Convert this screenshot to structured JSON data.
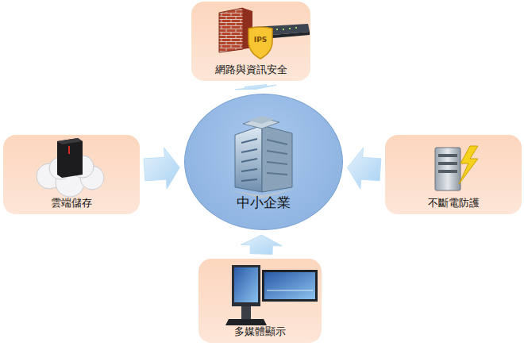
{
  "diagram": {
    "nodes": [
      {
        "text": [
          "網路與資訊安全"
        ]
      },
      {
        "text": [
          "雲端儲存"
        ]
      },
      {
        "text": [
          "中小企業"
        ]
      },
      {
        "text": [
          "不斷電防護"
        ]
      },
      {
        "text": [
          "多媒體顯示"
        ]
      }
    ],
    "edges": [
      {
        "from": 0,
        "to": 2,
        "arrow": "to"
      },
      {
        "from": 1,
        "to": 2,
        "arrow": "to"
      },
      {
        "from": 3,
        "to": 2,
        "arrow": "to"
      },
      {
        "from": 4,
        "to": 2,
        "arrow": "to"
      }
    ],
    "labels": [
      "IPS"
    ]
  }
}
